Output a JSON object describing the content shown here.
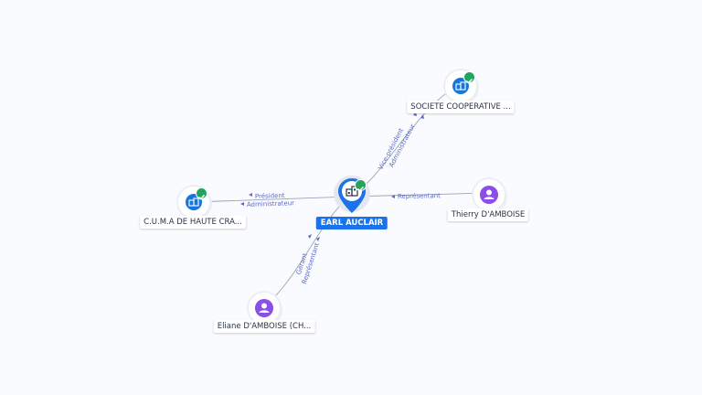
{
  "nodes": {
    "center": {
      "label": "EARL AUCLAIR",
      "type": "company",
      "verified": true
    },
    "societe": {
      "label": "SOCIETE COOPERATIVE ...",
      "type": "company",
      "verified": true
    },
    "cuma": {
      "label": "C.U.M.A DE HAUTE CRA...",
      "type": "company",
      "verified": true
    },
    "thierry": {
      "label": "Thierry D'AMBOISE",
      "type": "person",
      "verified": false
    },
    "eliane": {
      "label": "Eliane D'AMBOISE (CH...",
      "type": "person",
      "verified": false
    }
  },
  "edges": {
    "center_cuma": {
      "line1": "Président",
      "line2": "Administrateur"
    },
    "center_societe": {
      "line1": "Vice-président",
      "line2": "Administrateur"
    },
    "thierry_center": {
      "line1": "Représentant"
    },
    "eliane_center": {
      "line1": "Gérant",
      "line2": "Représentant"
    }
  },
  "colors": {
    "company": "#1676dc",
    "person": "#8b4ee8",
    "verified": "#22a45d",
    "edge_text": "#5a6ac8",
    "center_label_bg": "#1a73e8"
  }
}
